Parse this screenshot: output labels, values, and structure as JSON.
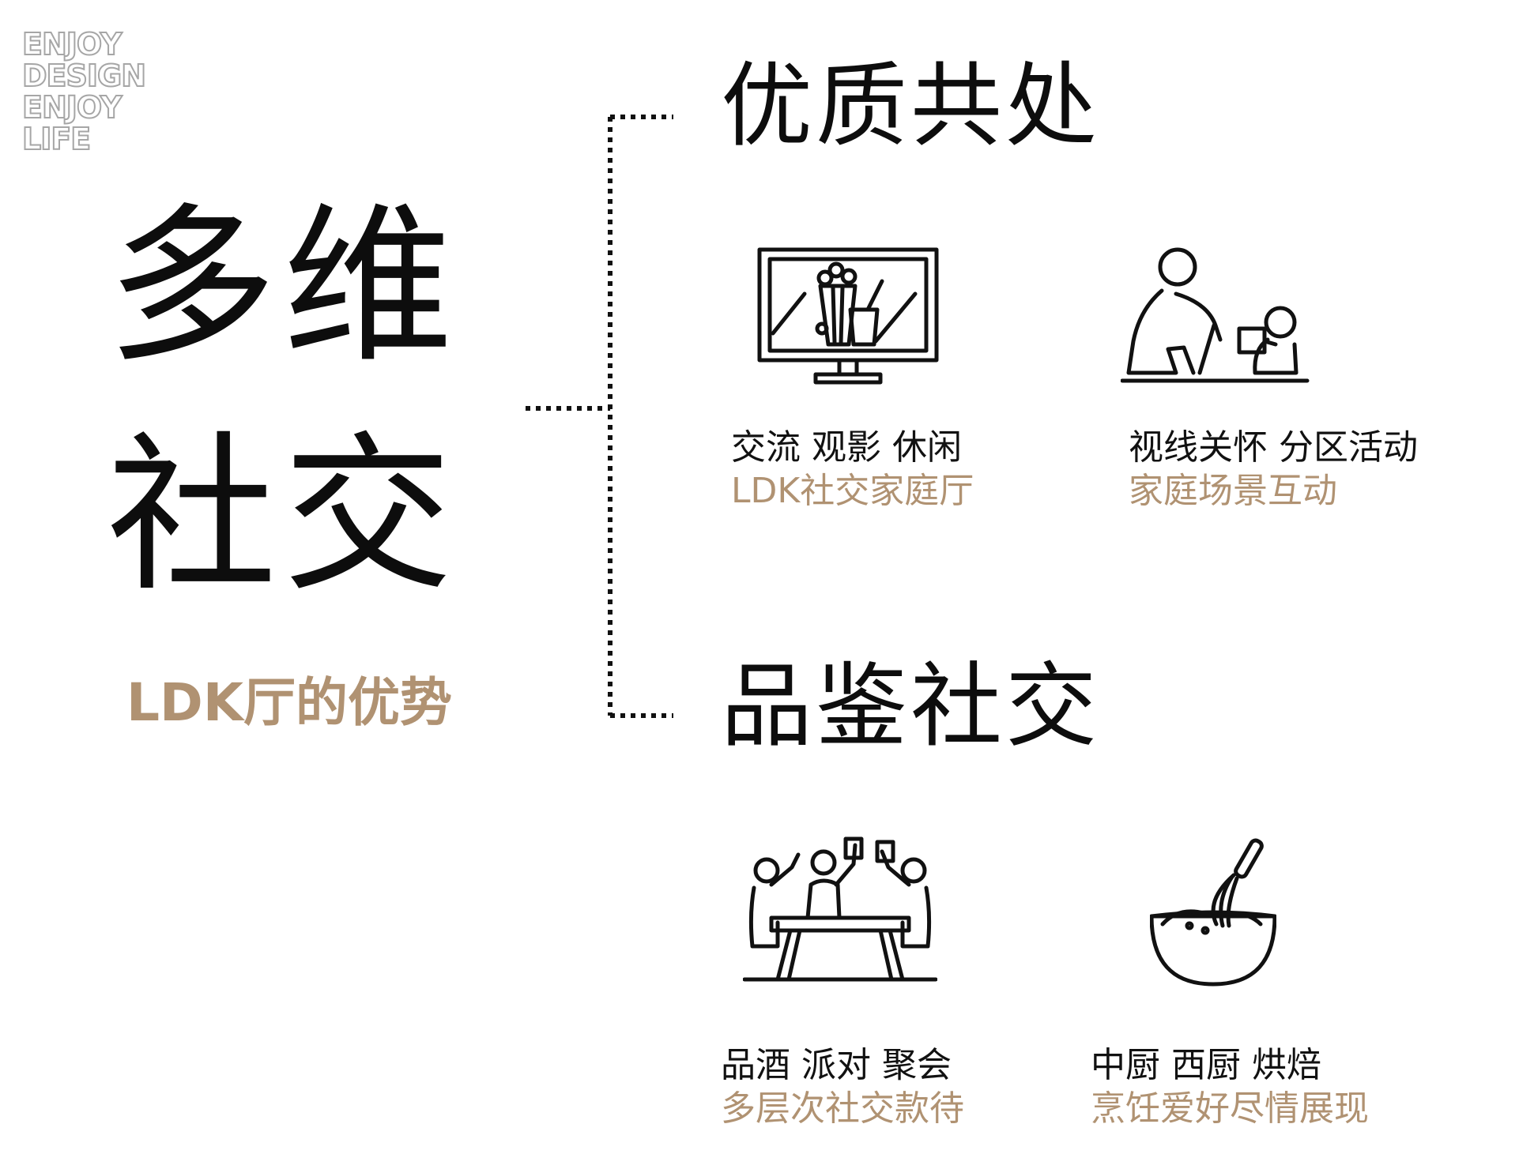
{
  "logo": {
    "lines": [
      "ENJOY",
      "DESIGN",
      "ENJOY",
      "LIFE"
    ]
  },
  "main": {
    "title_line1": "多维",
    "title_line2": "社交",
    "subtitle": "LDK厅的优势"
  },
  "sections": [
    {
      "title": "优质共处",
      "features": [
        {
          "icon": "tv-popcorn-icon",
          "tags": "交流 观影 休闲",
          "desc": "LDK社交家庭厅"
        },
        {
          "icon": "parent-child-play-icon",
          "tags": "视线关怀 分区活动",
          "desc": "家庭场景互动"
        }
      ]
    },
    {
      "title": "品鉴社交",
      "features": [
        {
          "icon": "party-toast-icon",
          "tags": "品酒 派对 聚会",
          "desc": "多层次社交款待"
        },
        {
          "icon": "mixing-bowl-whisk-icon",
          "tags": "中厨 西厨 烘焙",
          "desc": "烹饪爱好尽情展现"
        }
      ]
    }
  ],
  "colors": {
    "accent": "#b09272",
    "text": "#111111",
    "logo_outline": "#a6a6a6"
  }
}
